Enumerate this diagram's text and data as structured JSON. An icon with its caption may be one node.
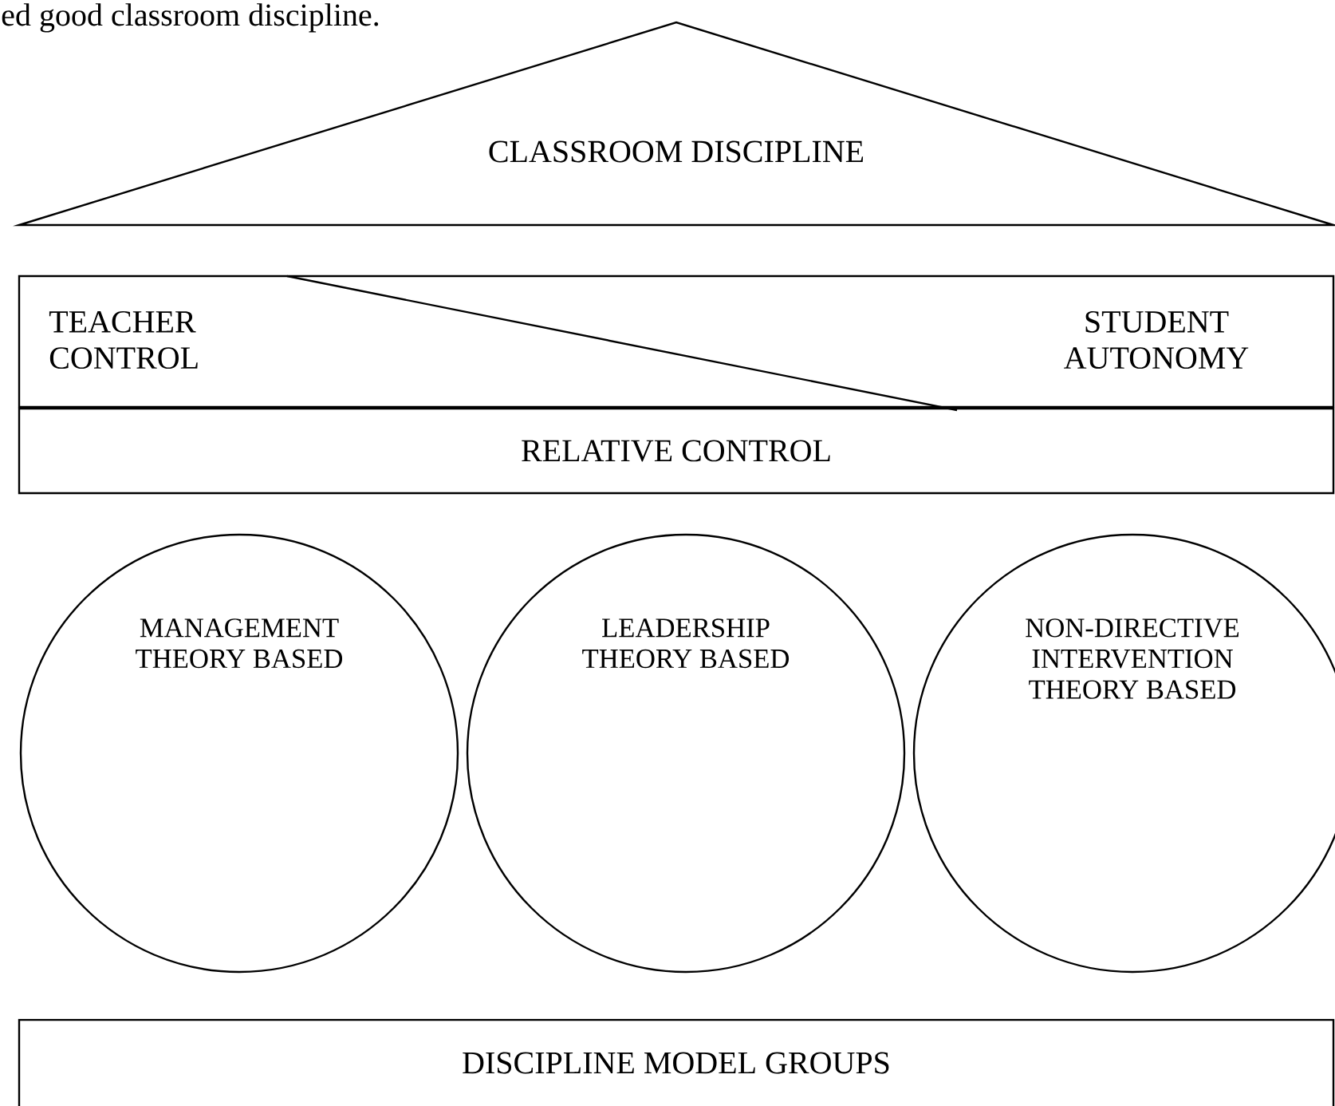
{
  "diagram": {
    "nodes": [
      {
        "text": [
          "CLASSROOM DISCIPLINE"
        ]
      },
      {
        "text": [
          "TEACHER CONTROL",
          "STUDENT AUTONOMY"
        ]
      },
      {
        "text": [
          "RELATIVE CONTROL"
        ]
      },
      {
        "text": [
          "MANAGEMENT THEORY BASED"
        ]
      },
      {
        "text": [
          "LEADERSHIP THEORY BASED"
        ]
      },
      {
        "text": [
          "NON-DIRECTIVE INTERVENTION THEORY BASED"
        ]
      },
      {
        "text": [
          "DISCIPLINE MODEL GROUPS"
        ]
      }
    ],
    "labels": [
      "ed good classroom discipline."
    ]
  }
}
